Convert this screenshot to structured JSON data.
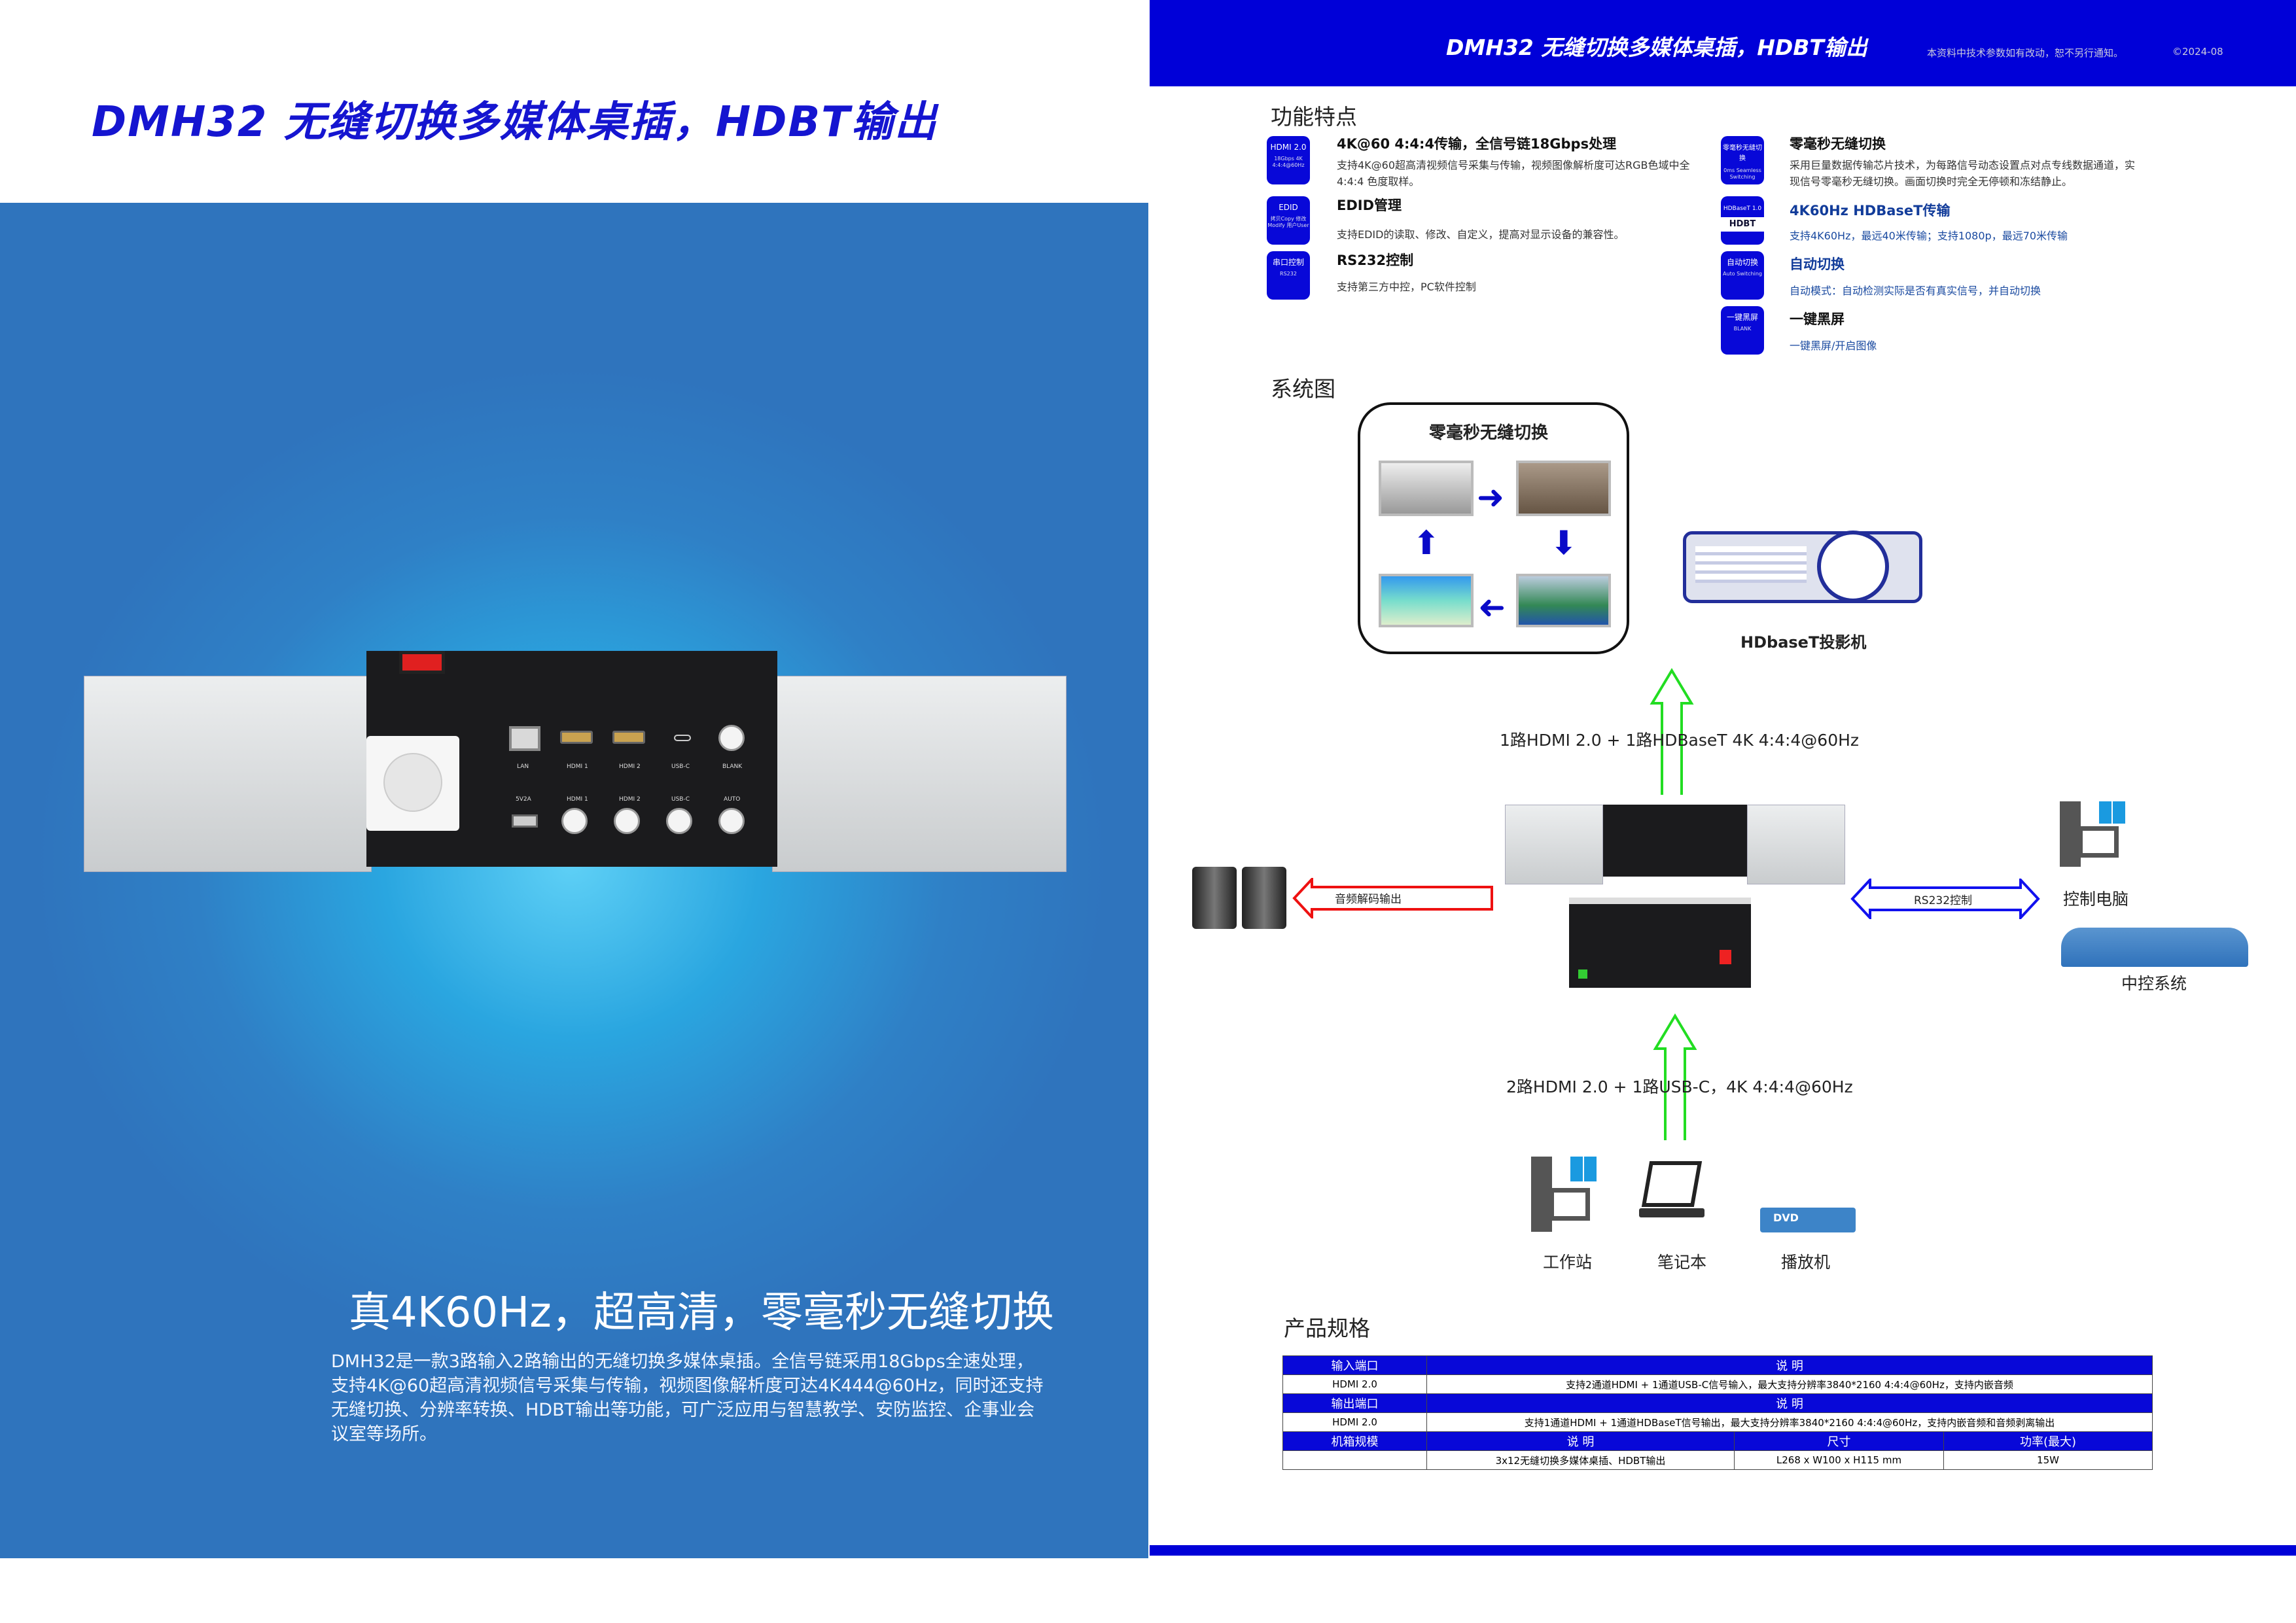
{
  "left": {
    "title": "DMH32 无缝切换多媒体桌插，HDBT输出",
    "headline": "真4K60Hz，超高清，零毫秒无缝切换",
    "paragraph": "DMH32是一款3路输入2路输出的无缝切换多媒体桌插。全信号链采用18Gbps全速处理，支持4K@60超高清视频信号采集与传输，视频图像解析度可达4K444@60Hz，同时还支持无缝切换、分辨率转换、HDBT输出等功能，可广泛应用与智慧教学、安防监控、企事业会议室等场所。",
    "panel_top": [
      "LAN",
      "HDMI 1",
      "HDMI 2",
      "USB-C",
      "BLANK"
    ],
    "panel_bottom": [
      "5V2A",
      "HDMI 1",
      "HDMI 2",
      "USB-C",
      "AUTO"
    ]
  },
  "header": {
    "title": "DMH32 无缝切换多媒体桌插，HDBT输出",
    "note": "本资料中技术参数如有改动，恕不另行通知。",
    "date": "©2024-08"
  },
  "features": {
    "heading": "功能特点",
    "items": [
      {
        "icon": "HDMI 2.0",
        "icon_sub": "18Gbps 4K 4:4:4@60Hz",
        "title": "4K@60 4:4:4传输，全信号链18Gbps处理",
        "desc": "支持4K@60超高清视频信号采集与传输，视频图像解析度可达RGB色域中全 4:4:4 色度取样。"
      },
      {
        "icon": "EDID",
        "icon_sub": "拷贝Copy 修改Modify 用户User",
        "title": "EDID管理",
        "desc": "支持EDID的读取、修改、自定义，提高对显示设备的兼容性。"
      },
      {
        "icon": "串口控制",
        "icon_sub": "RS232",
        "title": "RS232控制",
        "desc": "支持第三方中控，PC软件控制"
      },
      {
        "icon": "零毫秒无缝切换",
        "icon_sub": "0ms Seamless Switching",
        "title": "零毫秒无缝切换",
        "desc": "采用巨量数据传输芯片技术，为每路信号动态设置点对点专线数据通道，实现信号零毫秒无缝切换。画面切换时完全无停顿和冻结静止。"
      },
      {
        "icon": "HDBaseT 1.0",
        "icon_sub": "HDBT",
        "title": "4K60Hz HDBaseT传输",
        "desc": "支持4K60Hz，最远40米传输；支持1080p，最远70米传输"
      },
      {
        "icon": "自动切换",
        "icon_sub": "Auto Switching",
        "title": "自动切换",
        "desc": "自动模式：自动检测实际是否有真实信号，并自动切换"
      },
      {
        "icon": "一键黑屏",
        "icon_sub": "BLANK",
        "title": "一键黑屏",
        "desc": "一键黑屏/开启图像"
      }
    ]
  },
  "system": {
    "heading": "系统图",
    "switch_box_title": "零毫秒无缝切换",
    "projector": "HDbaseT投影机",
    "output_label": "1路HDMI 2.0 + 1路HDBaseT 4K 4:4:4@60Hz",
    "input_label": "2路HDMI 2.0 + 1路USB-C，4K 4:4:4@60Hz",
    "audio_label": "音频解码输出",
    "rs232_label": "RS232控制",
    "pc": "控制电脑",
    "central": "中控系统",
    "sources": [
      "工作站",
      "笔记本",
      "播放机"
    ],
    "dvd": "DVD"
  },
  "colors": {
    "brand": "#0000d8",
    "green_arrow": "#22dd22",
    "red_arrow": "#ee1111"
  },
  "specs": {
    "heading": "产品规格",
    "input": {
      "h1": "输入端口",
      "h2": "说 明",
      "port": "HDMI 2.0",
      "desc": "支持2通道HDMI + 1通道USB-C信号输入，最大支持分辨率3840*2160 4:4:4@60Hz，支持内嵌音频"
    },
    "output": {
      "h1": "输出端口",
      "h2": "说 明",
      "port": "HDMI 2.0",
      "desc": "支持1通道HDMI + 1通道HDBaseT信号输出，最大支持分辨率3840*2160 4:4:4@60Hz，支持内嵌音频和音频剥离输出"
    },
    "chassis": {
      "h1": "机箱规模",
      "h2": "说 明",
      "h3": "尺寸",
      "h4": "功率(最大)",
      "desc": "3x12无缝切换多媒体桌插、HDBT输出",
      "size": "L268 x W100 x H115 mm",
      "power": "15W"
    }
  }
}
